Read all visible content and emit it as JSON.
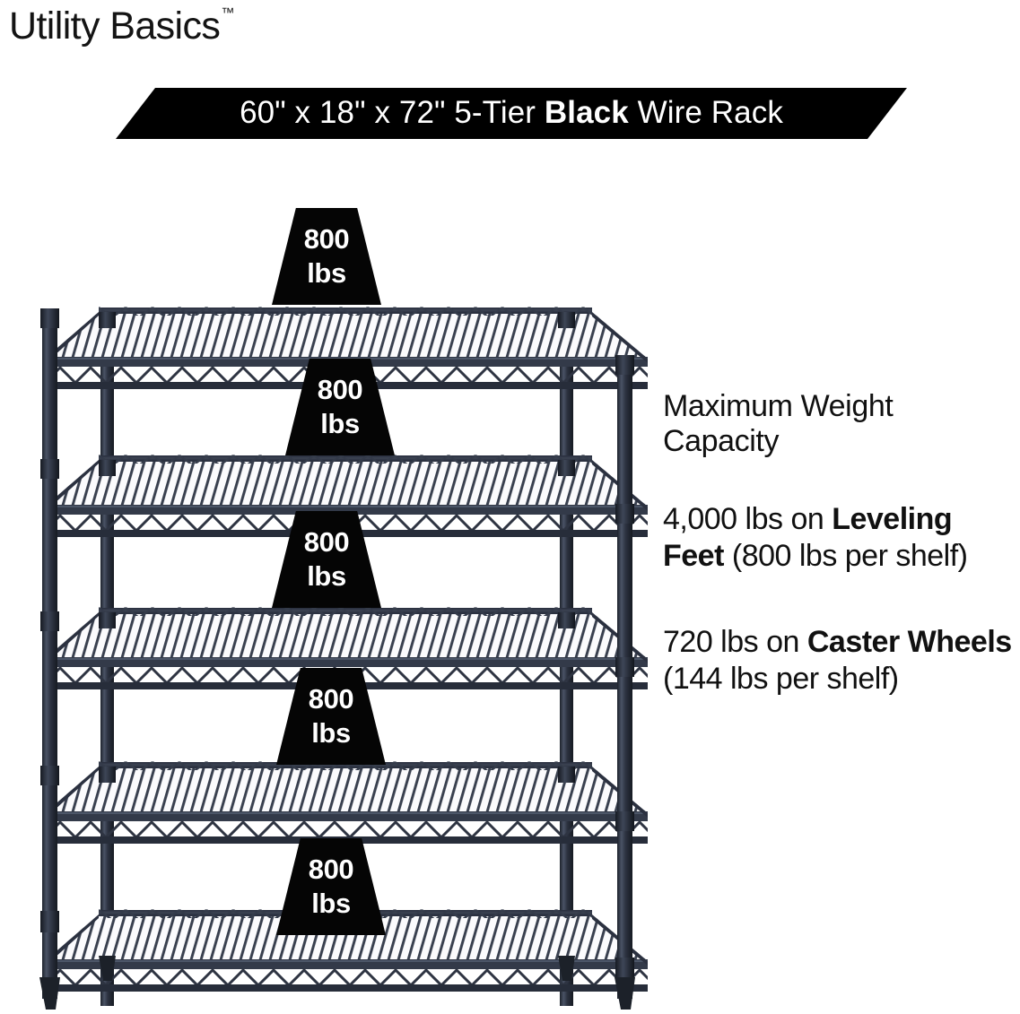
{
  "brand": {
    "name": "Utility Basics",
    "trademark": "™"
  },
  "banner": {
    "prefix": "60\" x 18\" x 72\" 5-Tier ",
    "emphasis": "Black",
    "suffix": " Wire Rack",
    "full_text": "60\" x 18\" x 72\" 5-Tier Black Wire Rack",
    "background_color": "#000000",
    "text_color": "#ffffff"
  },
  "product": {
    "width_in": 60,
    "depth_in": 18,
    "height_in": 72,
    "tiers": 5,
    "finish": "Black",
    "type": "Wire Rack",
    "shelf_count": 5,
    "post_color": "#2c3240"
  },
  "badges": [
    {
      "num": "800",
      "unit": "lbs"
    },
    {
      "num": "800",
      "unit": "lbs"
    },
    {
      "num": "800",
      "unit": "lbs"
    },
    {
      "num": "800",
      "unit": "lbs"
    },
    {
      "num": "800",
      "unit": "lbs"
    }
  ],
  "info": {
    "heading": "Maximum Weight\nCapacity",
    "leveling": {
      "lead": "4,000 lbs on ",
      "emphasis": "Leveling Feet",
      "tail": " (800 lbs per shelf)"
    },
    "caster": {
      "lead": "720 lbs on ",
      "emphasis": "Caster Wheels",
      "tail": " (144 lbs per shelf)"
    }
  },
  "capacity_data": {
    "leveling_feet_total_lbs": 4000,
    "leveling_feet_per_shelf_lbs": 800,
    "caster_wheels_total_lbs": 720,
    "caster_wheels_per_shelf_lbs": 144,
    "shelves": 5
  }
}
